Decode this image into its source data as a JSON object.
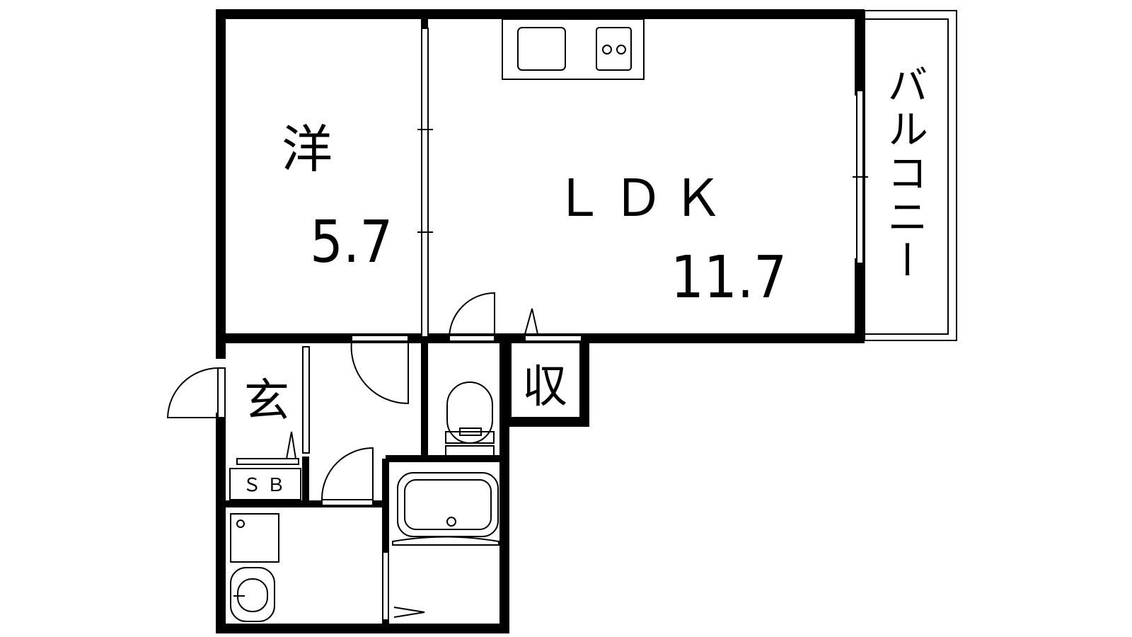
{
  "floorplan": {
    "rooms": {
      "western_room": {
        "name": "洋",
        "size": "5.7"
      },
      "ldk": {
        "name": "ＬＤＫ",
        "size": "11.7"
      },
      "balcony": {
        "name": "バルコニー"
      },
      "entrance": {
        "name": "玄"
      },
      "storage": {
        "name": "収"
      },
      "shoe_box": {
        "name": "ＳＢ"
      }
    }
  }
}
